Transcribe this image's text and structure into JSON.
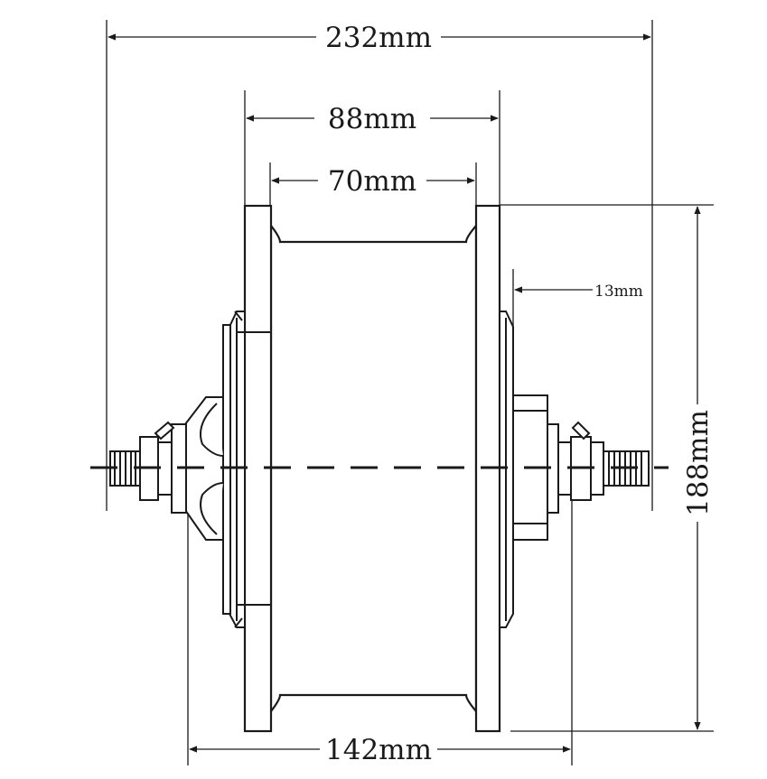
{
  "dimensions": {
    "overall_width": "232mm",
    "flange_spacing": "88mm",
    "rim_width": "70mm",
    "side_offset": "13mm",
    "shell_diameter": "188mm",
    "dropout_width": "142mm"
  },
  "colors": {
    "line": "#1a1a1a",
    "background": "#ffffff"
  }
}
